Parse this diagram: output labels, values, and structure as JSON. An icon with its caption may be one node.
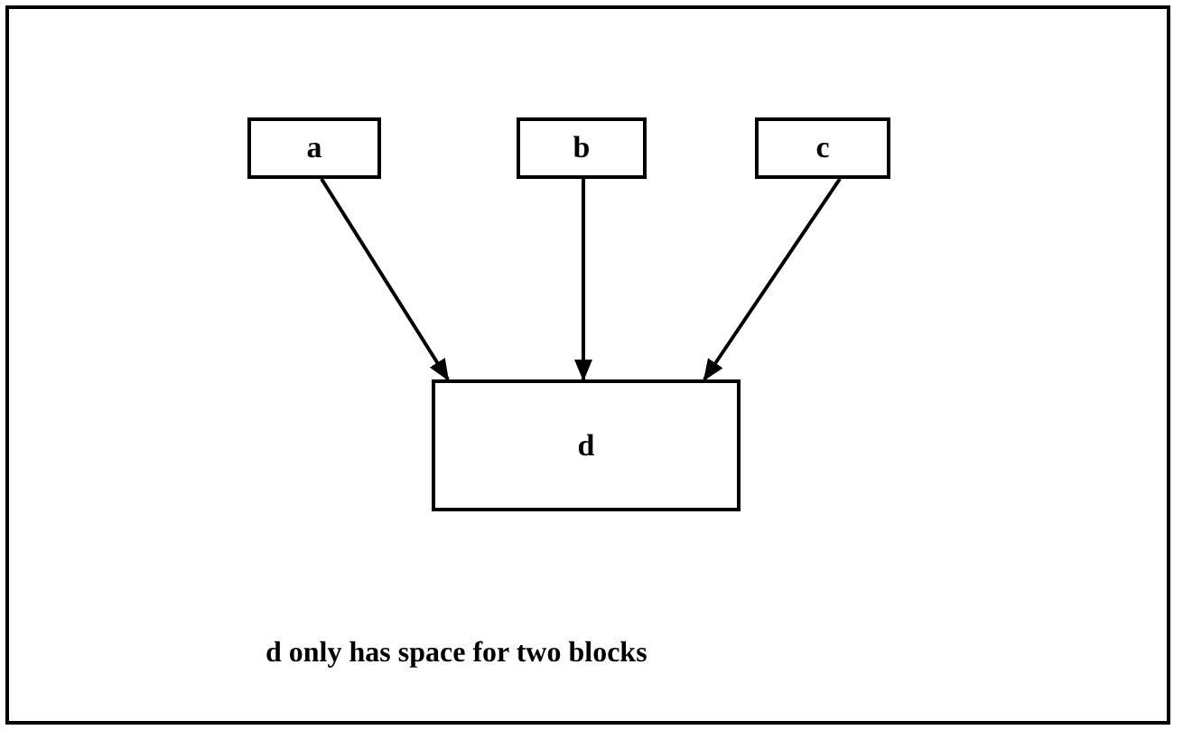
{
  "diagram": {
    "nodes": [
      {
        "text": [
          "a"
        ]
      },
      {
        "text": [
          "b"
        ]
      },
      {
        "text": [
          "c"
        ]
      },
      {
        "text": [
          "d"
        ]
      }
    ],
    "edges": [
      {
        "from": 0,
        "to": 3,
        "arrow": "to"
      },
      {
        "from": 1,
        "to": 3,
        "arrow": "to"
      },
      {
        "from": 2,
        "to": 3,
        "arrow": "to"
      }
    ],
    "labels": [
      "d only has space for two blocks"
    ]
  }
}
